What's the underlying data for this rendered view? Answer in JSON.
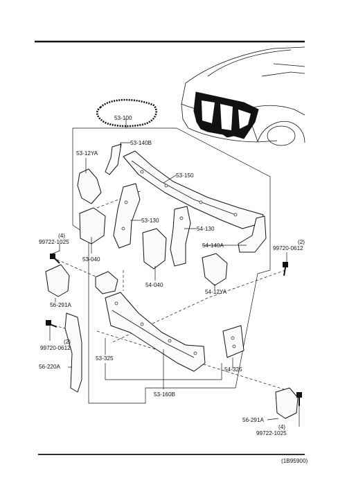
{
  "diagram": {
    "reference_code": "(1B95900)",
    "parts": [
      {
        "key": "p53_100",
        "number": "53-100"
      },
      {
        "key": "p53_140b",
        "number": "53-140B"
      },
      {
        "key": "p53_12ya",
        "number": "53-12YA"
      },
      {
        "key": "p53_150",
        "number": "53-150"
      },
      {
        "key": "p53_130",
        "number": "53-130"
      },
      {
        "key": "p54_130",
        "number": "54-130"
      },
      {
        "key": "p54_140a",
        "number": "54-140A"
      },
      {
        "key": "p53_040",
        "number": "53-040"
      },
      {
        "key": "p54_040",
        "number": "54-040"
      },
      {
        "key": "p54_12ya",
        "number": "54-12YA"
      },
      {
        "key": "q_left_top",
        "qty": "(4)"
      },
      {
        "key": "p99722_left",
        "number": "99722-1025"
      },
      {
        "key": "q_right_top",
        "qty": "(2)"
      },
      {
        "key": "p99720_right",
        "number": "99720-0612"
      },
      {
        "key": "p56_291a_left",
        "number": "56-291A"
      },
      {
        "key": "q_left_mid",
        "qty": "(2)"
      },
      {
        "key": "p99720_left",
        "number": "99720-0612"
      },
      {
        "key": "p56_220a",
        "number": "56-220A"
      },
      {
        "key": "p53_325_left",
        "number": "53-325"
      },
      {
        "key": "p54_325",
        "number": "54-325"
      },
      {
        "key": "p53_160b",
        "number": "53-160B"
      },
      {
        "key": "p56_291a_right",
        "number": "56-291A"
      },
      {
        "key": "q_right_bottom",
        "qty": "(4)"
      },
      {
        "key": "p99722_right",
        "number": "99722-1025"
      }
    ]
  }
}
